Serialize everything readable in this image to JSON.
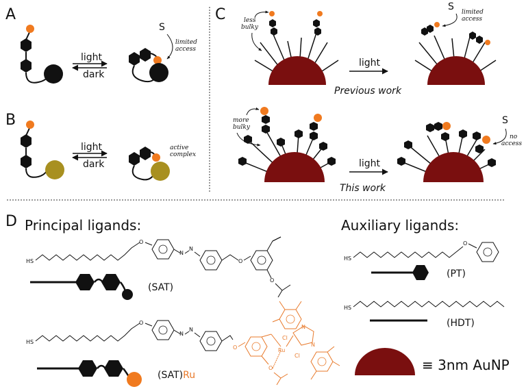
{
  "colors": {
    "orange": "#f07a1f",
    "olive": "#a89020",
    "nanoparticle": "#7a0f0f",
    "black": "#111111",
    "ru_complex": "#e8792a"
  },
  "panels": {
    "a": {
      "letter": "A",
      "arrow_top": "light",
      "arrow_bottom": "dark",
      "substrate": "S",
      "note": [
        "limited",
        "access"
      ]
    },
    "b": {
      "letter": "B",
      "arrow_top": "light",
      "arrow_bottom": "dark",
      "note": [
        "active",
        "complex"
      ]
    },
    "c": {
      "letter": "C",
      "top_note": [
        "less",
        "bulky"
      ],
      "top_arrow": "light",
      "top_substrate": "S",
      "top_result_note": [
        "limited",
        "access"
      ],
      "top_caption": "Previous work",
      "bottom_note": [
        "more",
        "bulky"
      ],
      "bottom_arrow": "light",
      "bottom_substrate": "S",
      "bottom_result_note": [
        "no",
        "access"
      ],
      "bottom_caption": "This work"
    },
    "d": {
      "letter": "D",
      "principal_title": "Principal ligands:",
      "auxiliary_title": "Auxiliary ligands:",
      "sat_label": "(SAT)",
      "satru_label_main": "(SAT)",
      "satru_label_ru": "Ru",
      "pt_label": "(PT)",
      "hdt_label": "(HDT)",
      "aunp_label": "≡ 3nm AuNP",
      "atoms": {
        "thiol": "HS",
        "oxygen": "O",
        "nitrogen": "N",
        "chloride": "Cl",
        "ruthenium": "Ru"
      }
    }
  }
}
